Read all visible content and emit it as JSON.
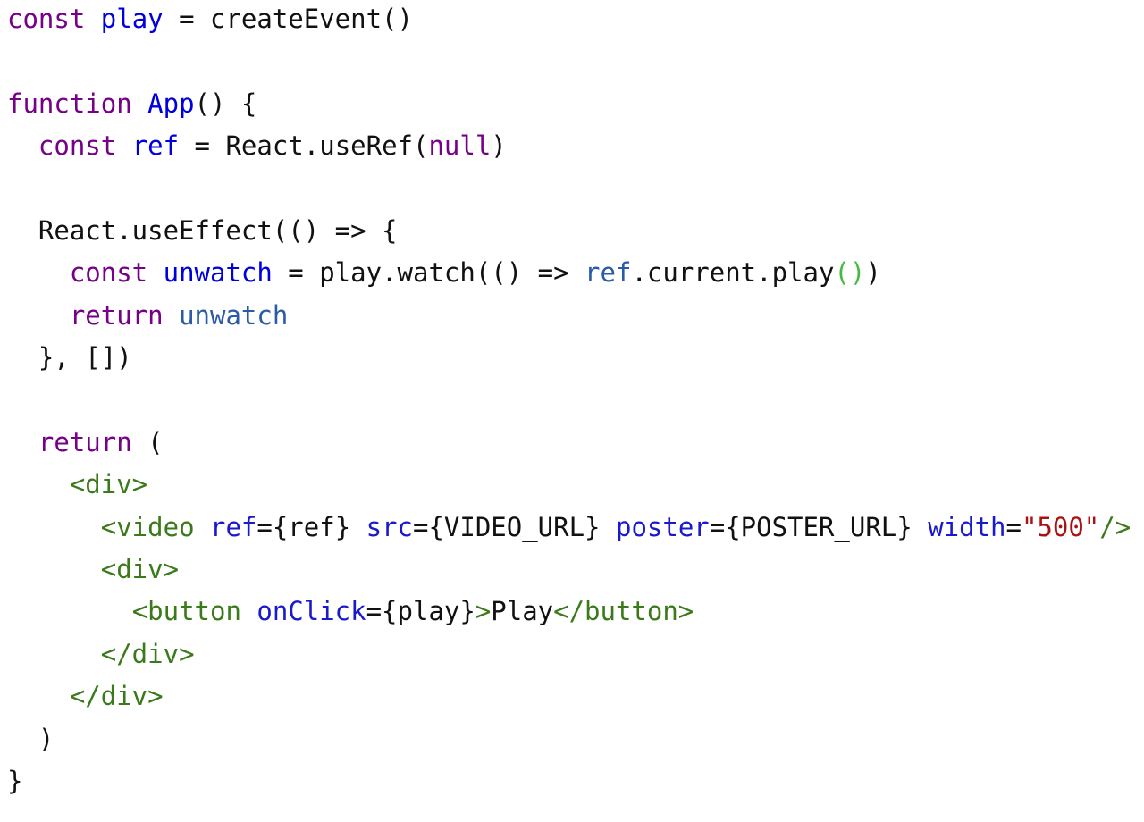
{
  "colors": {
    "keyword": "#770088",
    "definition": "#0000dd",
    "variable": "#2a5aa8",
    "tag": "#3a7a1a",
    "attribute": "#1a1acc",
    "string": "#aa1111",
    "bracket": "#44bb44"
  },
  "code_lines": [
    [
      [
        "const",
        "kw"
      ],
      [
        " ",
        "pl"
      ],
      [
        "play",
        "def"
      ],
      [
        " = createEvent()",
        "pl"
      ]
    ],
    [],
    [
      [
        "function",
        "kw"
      ],
      [
        " ",
        "pl"
      ],
      [
        "App",
        "def"
      ],
      [
        "() {",
        "pl"
      ]
    ],
    [
      [
        "  ",
        "pl"
      ],
      [
        "const",
        "kw"
      ],
      [
        " ",
        "pl"
      ],
      [
        "ref",
        "def"
      ],
      [
        " = React.useRef(",
        "pl"
      ],
      [
        "null",
        "kw"
      ],
      [
        ")",
        "pl"
      ]
    ],
    [],
    [
      [
        "  React.useEffect(() => {",
        "pl"
      ]
    ],
    [
      [
        "    ",
        "pl"
      ],
      [
        "const",
        "kw"
      ],
      [
        " ",
        "pl"
      ],
      [
        "unwatch",
        "def"
      ],
      [
        " = play.watch(() => ",
        "pl"
      ],
      [
        "ref",
        "v2"
      ],
      [
        ".current.play",
        "pl"
      ],
      [
        "()",
        "br"
      ],
      [
        ")",
        "pl"
      ]
    ],
    [
      [
        "    ",
        "pl"
      ],
      [
        "return",
        "kw"
      ],
      [
        " ",
        "pl"
      ],
      [
        "unwatch",
        "v2"
      ]
    ],
    [
      [
        "  }, [])",
        "pl"
      ]
    ],
    [],
    [
      [
        "  ",
        "pl"
      ],
      [
        "return",
        "kw"
      ],
      [
        " (",
        "pl"
      ]
    ],
    [
      [
        "    ",
        "pl"
      ],
      [
        "<div>",
        "tag"
      ]
    ],
    [
      [
        "      ",
        "pl"
      ],
      [
        "<video",
        "tag"
      ],
      [
        " ",
        "pl"
      ],
      [
        "ref",
        "attr"
      ],
      [
        "={ref} ",
        "pl"
      ],
      [
        "src",
        "attr"
      ],
      [
        "={VIDEO_URL} ",
        "pl"
      ],
      [
        "poster",
        "attr"
      ],
      [
        "={POSTER_URL} ",
        "pl"
      ],
      [
        "width",
        "attr"
      ],
      [
        "=",
        "pl"
      ],
      [
        "\"500\"",
        "str"
      ],
      [
        "/>",
        "tag"
      ]
    ],
    [
      [
        "      ",
        "pl"
      ],
      [
        "<div>",
        "tag"
      ]
    ],
    [
      [
        "        ",
        "pl"
      ],
      [
        "<button",
        "tag"
      ],
      [
        " ",
        "pl"
      ],
      [
        "onClick",
        "attr"
      ],
      [
        "={play}",
        "pl"
      ],
      [
        ">",
        "tag"
      ],
      [
        "Play",
        "pl"
      ],
      [
        "</button>",
        "tag"
      ]
    ],
    [
      [
        "      ",
        "pl"
      ],
      [
        "</div>",
        "tag"
      ]
    ],
    [
      [
        "    ",
        "pl"
      ],
      [
        "</div>",
        "tag"
      ]
    ],
    [
      [
        "  )",
        "pl"
      ]
    ],
    [
      [
        "}",
        "pl"
      ]
    ]
  ]
}
